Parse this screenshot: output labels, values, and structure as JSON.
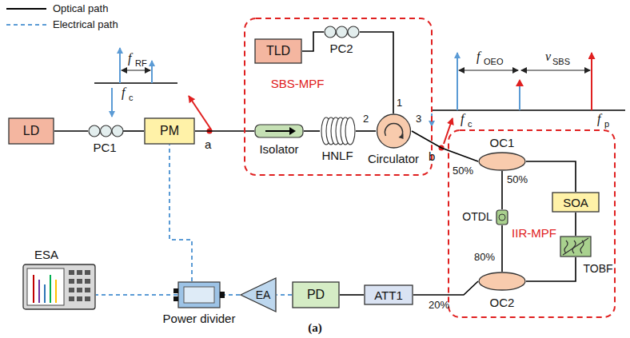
{
  "diagram": {
    "caption": "(a)",
    "nodes": [
      {
        "text": [
          "LD"
        ]
      },
      {
        "text": [
          "PC1"
        ]
      },
      {
        "text": [
          "PM"
        ]
      },
      {
        "text": [
          "SBS-MPF"
        ]
      },
      {
        "text": [
          "TLD"
        ],
        "in": 3
      },
      {
        "text": [
          "PC2"
        ],
        "in": 3
      },
      {
        "text": [
          "Isolator"
        ],
        "in": 3
      },
      {
        "text": [
          "HNLF"
        ],
        "in": 3
      },
      {
        "text": [
          "Circulator"
        ],
        "in": 3
      },
      {
        "text": [
          "IIR-MPF"
        ]
      },
      {
        "text": [
          "OC1"
        ],
        "in": 9
      },
      {
        "text": [
          "SOA"
        ],
        "in": 9
      },
      {
        "text": [
          "OTDL"
        ],
        "in": 9
      },
      {
        "text": [
          "TOBF"
        ],
        "in": 9
      },
      {
        "text": [
          "OC2"
        ],
        "in": 9
      },
      {
        "text": [
          "ATT1"
        ]
      },
      {
        "text": [
          "PD"
        ]
      },
      {
        "text": [
          "EA"
        ]
      },
      {
        "text": [
          "Power divider"
        ]
      },
      {
        "text": [
          "ESA"
        ]
      }
    ],
    "edges": [
      {
        "from": 0,
        "to": 1,
        "arrow": "none"
      },
      {
        "from": 1,
        "to": 2,
        "arrow": "none"
      },
      {
        "from": 2,
        "to": 6,
        "arrow": "none"
      },
      {
        "from": 6,
        "to": 7,
        "arrow": "none"
      },
      {
        "from": 7,
        "to": 8,
        "arrow": "none"
      },
      {
        "from": 4,
        "to": 5,
        "arrow": "none"
      },
      {
        "from": 5,
        "to": 8,
        "arrow": "none"
      },
      {
        "from": 8,
        "to": 10,
        "arrow": "none"
      },
      {
        "from": 10,
        "to": 11,
        "arrow": "none"
      },
      {
        "from": 11,
        "to": 13,
        "arrow": "none"
      },
      {
        "from": 13,
        "to": 14,
        "arrow": "none"
      },
      {
        "from": 14,
        "to": 12,
        "arrow": "none"
      },
      {
        "from": 12,
        "to": 10,
        "arrow": "none"
      },
      {
        "from": 14,
        "to": 15,
        "arrow": "none"
      },
      {
        "from": 15,
        "to": 16,
        "arrow": "none"
      },
      {
        "from": 16,
        "to": 17,
        "arrow": "none"
      },
      {
        "from": 17,
        "to": 18,
        "arrow": "none"
      },
      {
        "from": 18,
        "to": 2,
        "arrow": "none"
      },
      {
        "from": 18,
        "to": 19,
        "arrow": "none"
      }
    ],
    "labels": [
      "a",
      "b",
      "1",
      "2",
      "3",
      "50%",
      "50%",
      "80%",
      "20%",
      "f",
      "RF",
      "f",
      "c",
      "f",
      "OEO",
      "ν",
      "SBS",
      "f",
      "c",
      "f",
      "p"
    ],
    "legend": [
      {
        "text": "Optical path"
      },
      {
        "text": "Electrical path"
      }
    ]
  }
}
